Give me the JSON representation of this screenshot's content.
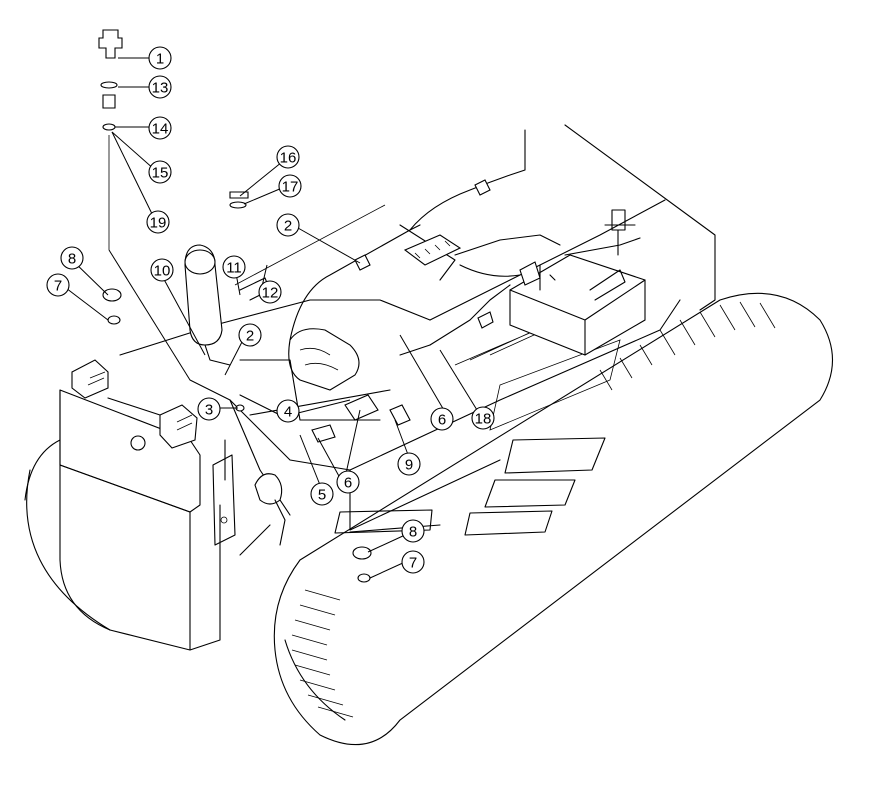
{
  "callouts": [
    {
      "id": "c1",
      "label": "1"
    },
    {
      "id": "c13",
      "label": "13"
    },
    {
      "id": "c14",
      "label": "14"
    },
    {
      "id": "c15",
      "label": "15"
    },
    {
      "id": "c19",
      "label": "19"
    },
    {
      "id": "c16",
      "label": "16"
    },
    {
      "id": "c17",
      "label": "17"
    },
    {
      "id": "c2a",
      "label": "2"
    },
    {
      "id": "c11",
      "label": "11"
    },
    {
      "id": "c12",
      "label": "12"
    },
    {
      "id": "c10",
      "label": "10"
    },
    {
      "id": "c8a",
      "label": "8"
    },
    {
      "id": "c7a",
      "label": "7"
    },
    {
      "id": "c2b",
      "label": "2"
    },
    {
      "id": "c3",
      "label": "3"
    },
    {
      "id": "c4",
      "label": "4"
    },
    {
      "id": "c5",
      "label": "5"
    },
    {
      "id": "c6a",
      "label": "6"
    },
    {
      "id": "c6b",
      "label": "6"
    },
    {
      "id": "c9",
      "label": "9"
    },
    {
      "id": "c18",
      "label": "18"
    },
    {
      "id": "c8b",
      "label": "8"
    },
    {
      "id": "c7b",
      "label": "7"
    }
  ]
}
